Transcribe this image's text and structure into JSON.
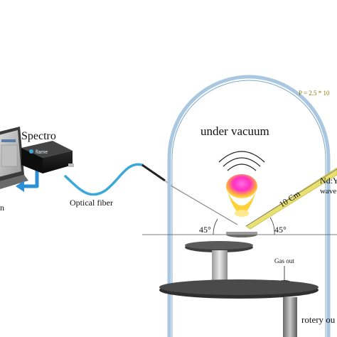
{
  "labels": {
    "spectro": "Spectro",
    "brand": "flame",
    "optical_fiber": "Optical fiber",
    "under_vacuum": "under vacuum",
    "pressure": "P = 2.5 * 10",
    "distance": "10 Cm",
    "angle_left": "45°",
    "angle_right": "45°",
    "laser_name": "Nd:Y",
    "laser_sub": "wave",
    "gas_out": "Gas out",
    "pump": "rotery ou",
    "laptop_tag": "n"
  },
  "colors": {
    "fiber": "#3aa8d8",
    "laser_beam": "#e8e070",
    "dome_stroke": "#a9c7e0",
    "plasma_top": "#ff3cc8",
    "plasma_bottom": "#ffd23a",
    "arrow": "#2a8fd6",
    "platform": "#3d3d3d",
    "pressure_text": "#8a7a10"
  }
}
